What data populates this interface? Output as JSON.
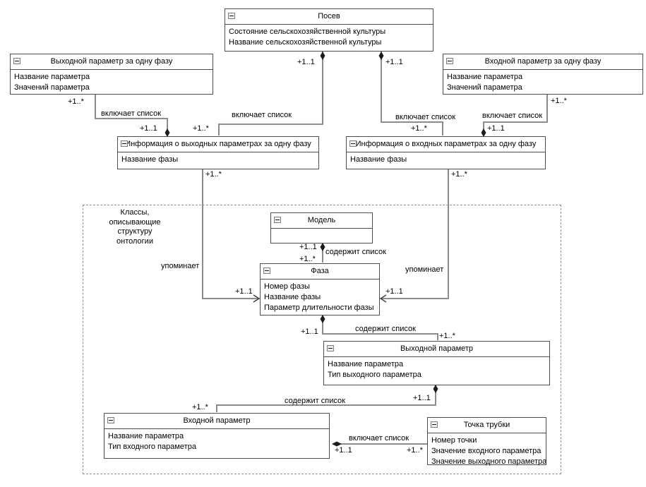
{
  "diagram": {
    "group_note": "Классы,\nописывающие\nструктуру\nонтологии"
  },
  "classes": {
    "posev": {
      "title": "Посев",
      "attrs": [
        "Состояние сельскохозяйственной культуры",
        "Название сельскохозяйственной культуры"
      ]
    },
    "out_param_phase": {
      "title": "Выходной параметр за одну фазу",
      "attrs": [
        "Название параметра",
        "Значений параметра"
      ]
    },
    "in_param_phase": {
      "title": "Входной параметр за одну фазу",
      "attrs": [
        "Название параметра",
        "Значений параметра"
      ]
    },
    "info_out": {
      "title": "Информация о выходных параметрах за одну фазу",
      "attrs": [
        "Название фазы"
      ]
    },
    "info_in": {
      "title": "Информация о входных параметрах за одну фазу",
      "attrs": [
        "Название фазы"
      ]
    },
    "model": {
      "title": "Модель",
      "attrs": []
    },
    "faza": {
      "title": "Фаза",
      "attrs": [
        "Номер фазы",
        "Название фазы",
        "Параметр длительности фазы"
      ]
    },
    "out_param": {
      "title": "Выходной параметр",
      "attrs": [
        "Название параметра",
        "Тип выходного параметра"
      ]
    },
    "in_param": {
      "title": "Входной параметр",
      "attrs": [
        "Название параметра",
        "Тип входного параметра"
      ]
    },
    "tochka": {
      "title": "Точка трубки",
      "attrs": [
        "Номер точки",
        "Значение входного параметра",
        "Значение выходного параметра"
      ]
    }
  },
  "labels": {
    "includes_list": "включает список",
    "contains_list": "содержит список",
    "mentions": "упоминает",
    "mult_1_1": "+1..1",
    "mult_1_many": "+1..*"
  },
  "colors": {
    "connector": "#8c8c8c",
    "class_border": "#4d4d4d",
    "text": "#000000",
    "background": "#ffffff"
  }
}
